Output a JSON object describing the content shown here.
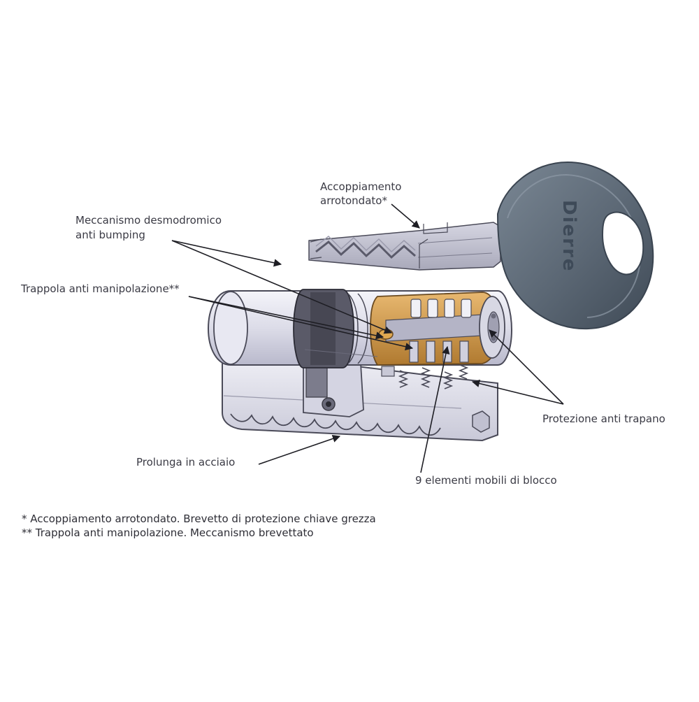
{
  "labels": {
    "accoppiamento_line1": "Accoppiamento",
    "accoppiamento_line2": "arrotondato*",
    "meccanismo_line1": "Meccanismo desmodromico",
    "meccanismo_line2": "anti bumping",
    "trappola": "Trappola anti manipolazione**",
    "protezione": "Protezione anti trapano",
    "prolunga": "Prolunga in acciaio",
    "elementi": "9 elementi mobili di blocco"
  },
  "key": {
    "brand_text": "Dierre"
  },
  "footnotes": {
    "note1": " * Accoppiamento arrotondato. Brevetto di protezione chiave grezza",
    "note2": "** Trappola anti manipolazione. Meccanismo brevettato"
  },
  "colors": {
    "key_head": "#5e6b78",
    "cylinder_body": "#e4e4ee",
    "cylinder_outline": "#4a4a58",
    "plug_orange": "#d8a050",
    "leader_lines": "#1e1e24",
    "text": "#3a3a44"
  }
}
